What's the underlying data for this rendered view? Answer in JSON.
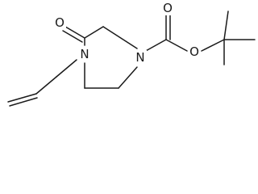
{
  "molecule": {
    "atoms": {
      "ketone_oxygen": "O",
      "ring_nitrogen_allyl": "N",
      "ring_nitrogen_carbamate": "N",
      "carbonyl_oxygen": "O",
      "ester_oxygen": "O"
    }
  }
}
